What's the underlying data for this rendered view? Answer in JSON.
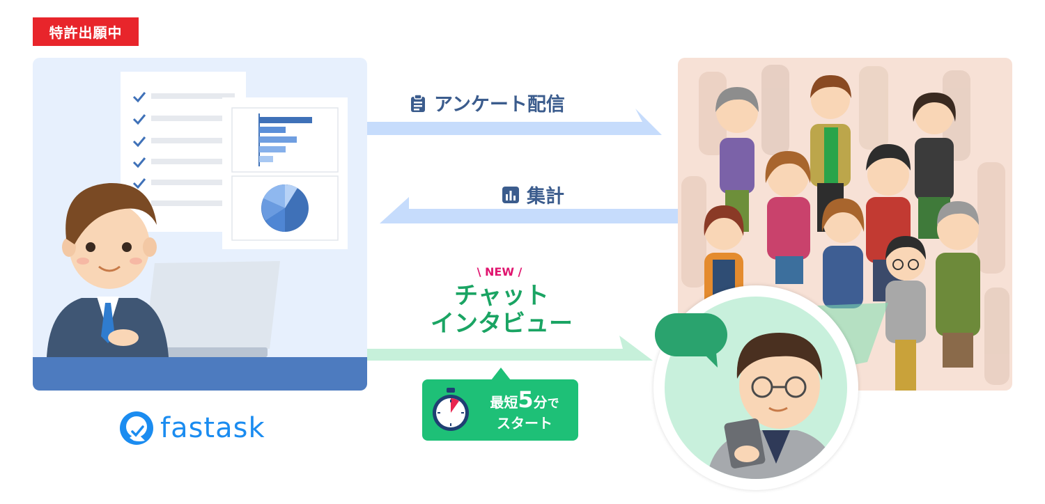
{
  "badge": "特許出願中",
  "survey_label": "アンケート配信",
  "aggregate_label": "集計",
  "new_tag": "\\ NEW /",
  "chat_line1": "チャット",
  "chat_line2": "インタビュー",
  "timer": {
    "prefix": "最短",
    "number": "5",
    "unit": "分",
    "particle": "で",
    "line2": "スタート"
  },
  "brand": "fastask",
  "colors": {
    "accent_red": "#e8252b",
    "survey_blue": "#3b5c8d",
    "chat_green": "#1aa463",
    "timer_green": "#1ec077",
    "brand_blue": "#1b8cf0"
  },
  "icons": [
    "clipboard-icon",
    "bar-chart-icon",
    "stopwatch-icon",
    "speech-bubble-icon",
    "fastask-logo-icon"
  ]
}
